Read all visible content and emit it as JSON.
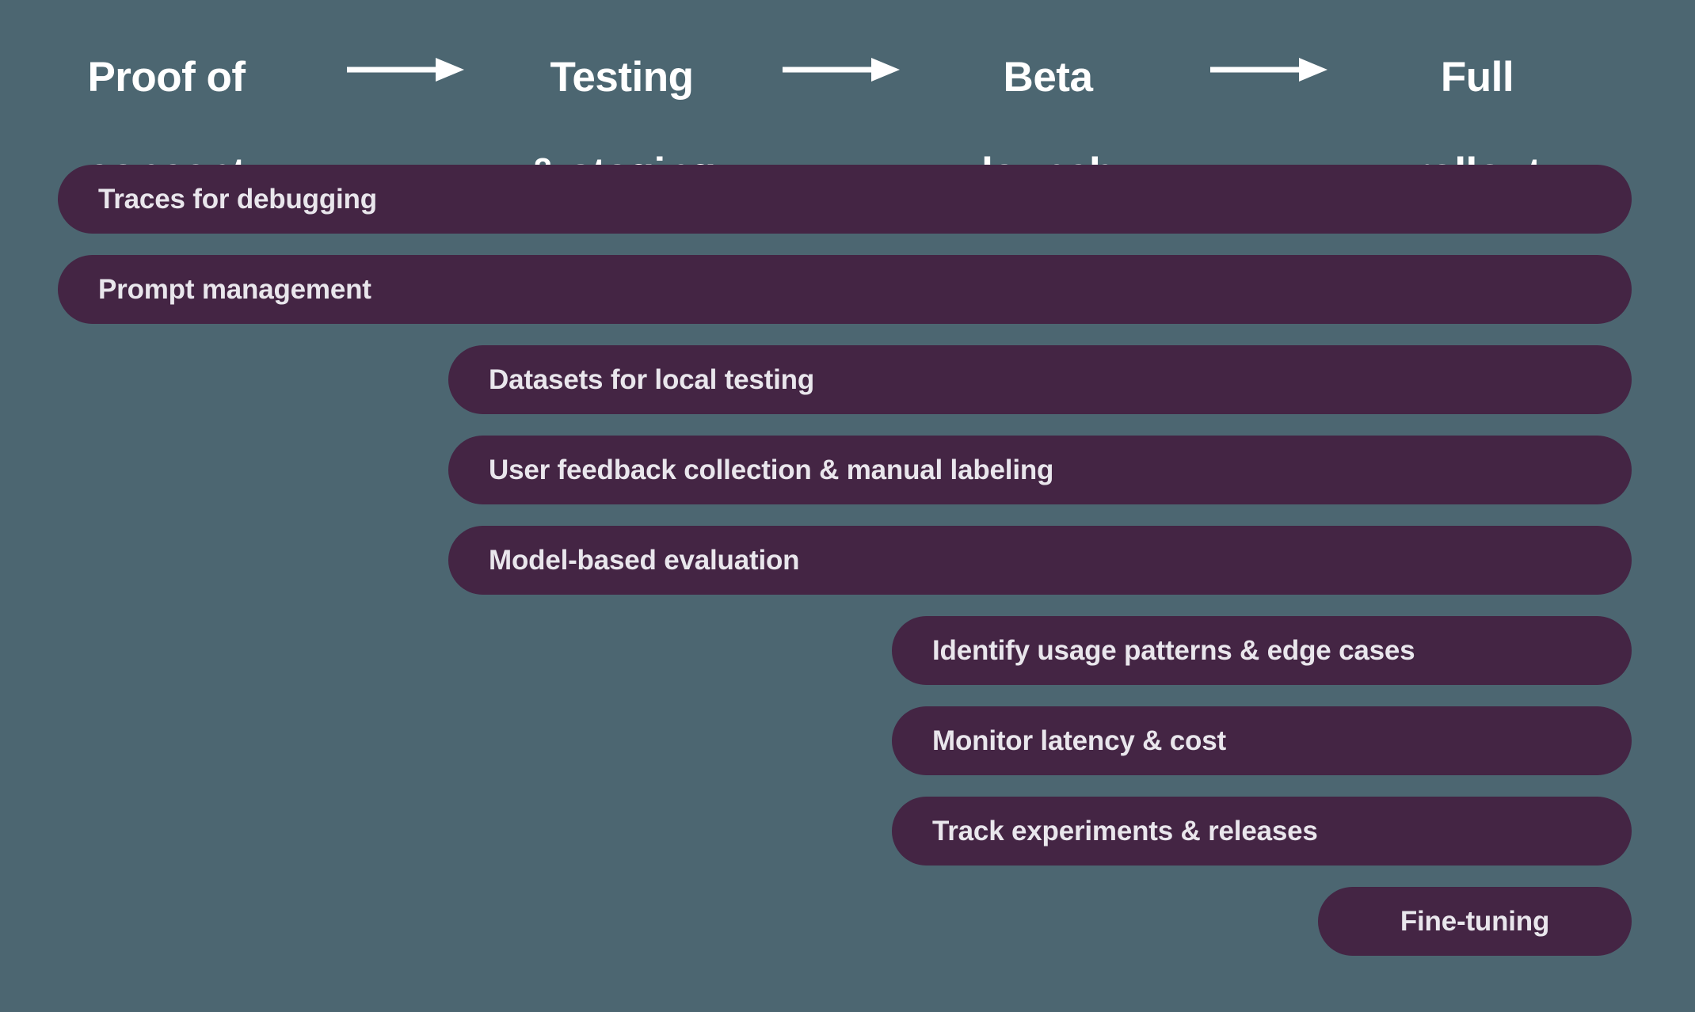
{
  "colors": {
    "background": "#4c6671",
    "pill": "#442544",
    "pill_text": "#e9e6ec",
    "header_text": "#ffffff",
    "arrow": "#ffffff"
  },
  "diagram": {
    "type": "phase-timeline-gantt",
    "phases": [
      {
        "id": "proof-of-concept",
        "line1": "Proof of",
        "line2": "concept"
      },
      {
        "id": "testing-and-staging",
        "line1": "Testing",
        "line2": "& staging"
      },
      {
        "id": "beta-launch",
        "line1": "Beta",
        "line2": "launch"
      },
      {
        "id": "full-rollout",
        "line1": "Full",
        "line2": "rollout"
      }
    ],
    "arrows": [
      {
        "id": "arrow-1",
        "from": "proof-of-concept",
        "to": "testing-and-staging",
        "glyph": "right-arrow"
      },
      {
        "id": "arrow-2",
        "from": "testing-and-staging",
        "to": "beta-launch",
        "glyph": "right-arrow"
      },
      {
        "id": "arrow-3",
        "from": "beta-launch",
        "to": "full-rollout",
        "glyph": "right-arrow"
      }
    ],
    "bars": [
      {
        "id": "traces-for-debugging",
        "label": "Traces for debugging",
        "start_phase": "proof-of-concept",
        "align": "left"
      },
      {
        "id": "prompt-management",
        "label": "Prompt management",
        "start_phase": "proof-of-concept",
        "align": "left"
      },
      {
        "id": "datasets-for-local-testing",
        "label": "Datasets for local testing",
        "start_phase": "testing-and-staging",
        "align": "left"
      },
      {
        "id": "user-feedback-collection",
        "label": "User feedback collection & manual labeling",
        "start_phase": "testing-and-staging",
        "align": "left"
      },
      {
        "id": "model-based-evaluation",
        "label": "Model-based evaluation",
        "start_phase": "testing-and-staging",
        "align": "left"
      },
      {
        "id": "identify-usage-patterns",
        "label": "Identify usage patterns & edge cases",
        "start_phase": "beta-launch",
        "align": "left"
      },
      {
        "id": "monitor-latency-and-cost",
        "label": "Monitor latency & cost",
        "start_phase": "beta-launch",
        "align": "left"
      },
      {
        "id": "track-experiments-releases",
        "label": "Track experiments & releases",
        "start_phase": "beta-launch",
        "align": "left"
      },
      {
        "id": "fine-tuning",
        "label": "Fine-tuning",
        "start_phase": "full-rollout",
        "align": "center"
      }
    ]
  }
}
